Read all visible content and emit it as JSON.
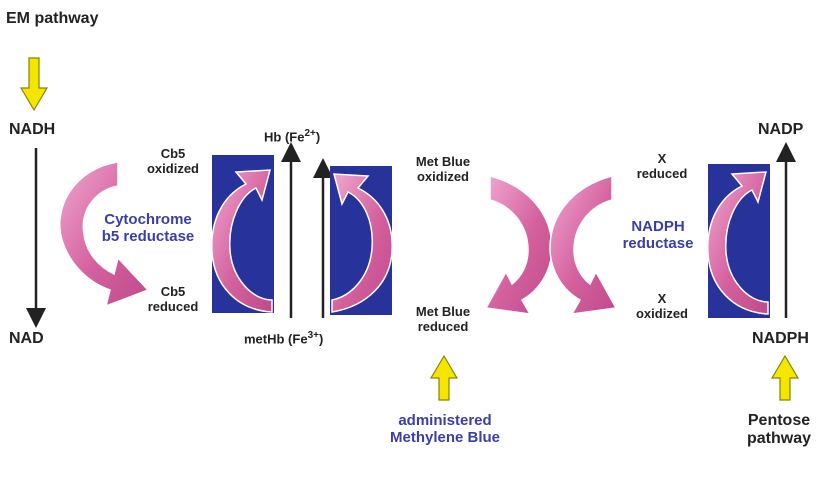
{
  "labels": {
    "em_pathway": "EM pathway",
    "nadh": "NADH",
    "nad": "NAD",
    "cb5_oxidized_1": "Cb5",
    "cb5_oxidized_2": "oxidized",
    "cb5_reduced_1": "Cb5",
    "cb5_reduced_2": "reduced",
    "cytochrome_1": "Cytochrome",
    "cytochrome_2": "b5 reductase",
    "hb_base": "Hb (Fe",
    "hb_sup": "2+",
    "hb_end": ")",
    "methb_base": "metHb (Fe",
    "methb_sup": "3+",
    "methb_end": ")",
    "met_blue_ox_1": "Met Blue",
    "met_blue_ox_2": "oxidized",
    "met_blue_red_1": "Met Blue",
    "met_blue_red_2": "reduced",
    "administered_1": "administered",
    "administered_2": "Methylene Blue",
    "x_reduced_1": "X",
    "x_reduced_2": "reduced",
    "x_oxidized_1": "X",
    "x_oxidized_2": "oxidized",
    "nadph_reductase_1": "NADPH",
    "nadph_reductase_2": "reductase",
    "nadp": "NADP",
    "nadph": "NADPH",
    "pentose_1": "Pentose",
    "pentose_2": "pathway"
  },
  "colors": {
    "box_blue": "#27339a",
    "magenta": "#d4609e",
    "magenta_light": "#f0a8d0",
    "yellow": "#f5e600",
    "yellow_edge": "#8a8300",
    "arrow_dark": "#222222",
    "label_blue": "#3a3fa8"
  }
}
